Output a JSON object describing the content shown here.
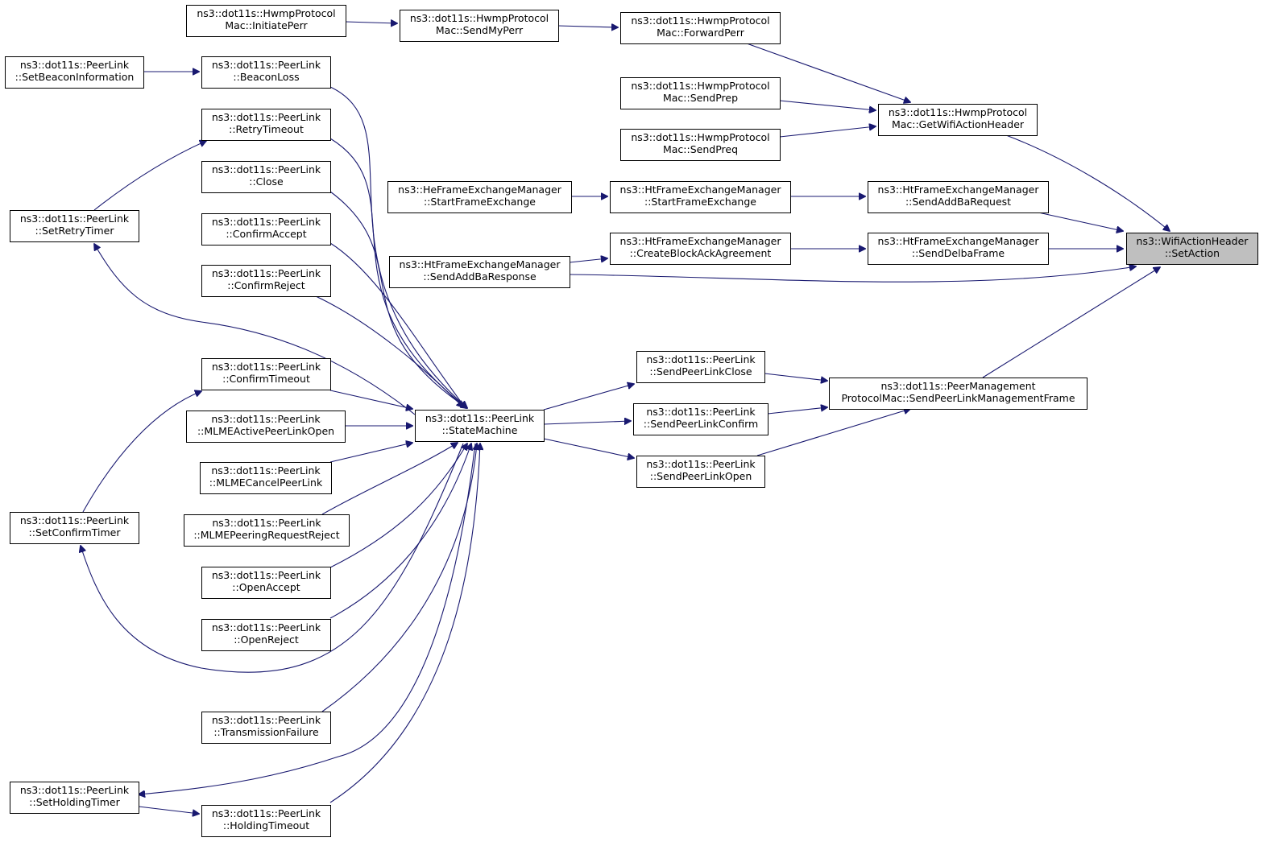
{
  "diagram": {
    "type": "call-graph",
    "colors": {
      "edge": "#191970",
      "node_border": "#000000",
      "node_fill": "#ffffff",
      "highlight_fill": "#bfbfbf"
    },
    "nodes": [
      {
        "id": "setaction",
        "lines": [
          "ns3::WifiActionHeader",
          "::SetAction"
        ],
        "highlight": true
      },
      {
        "id": "getwifiaction",
        "lines": [
          "ns3::dot11s::HwmpProtocol",
          "Mac::GetWifiActionHeader"
        ]
      },
      {
        "id": "forwardperr",
        "lines": [
          "ns3::dot11s::HwmpProtocol",
          "Mac::ForwardPerr"
        ]
      },
      {
        "id": "sendmyperr",
        "lines": [
          "ns3::dot11s::HwmpProtocol",
          "Mac::SendMyPerr"
        ]
      },
      {
        "id": "initiateperr",
        "lines": [
          "ns3::dot11s::HwmpProtocol",
          "Mac::InitiatePerr"
        ]
      },
      {
        "id": "sendprep",
        "lines": [
          "ns3::dot11s::HwmpProtocol",
          "Mac::SendPrep"
        ]
      },
      {
        "id": "sendpreq",
        "lines": [
          "ns3::dot11s::HwmpProtocol",
          "Mac::SendPreq"
        ]
      },
      {
        "id": "sendaddbareq",
        "lines": [
          "ns3::HtFrameExchangeManager",
          "::SendAddBaRequest"
        ]
      },
      {
        "id": "htstart",
        "lines": [
          "ns3::HtFrameExchangeManager",
          "::StartFrameExchange"
        ]
      },
      {
        "id": "hestart",
        "lines": [
          "ns3::HeFrameExchangeManager",
          "::StartFrameExchange"
        ]
      },
      {
        "id": "senddelba",
        "lines": [
          "ns3::HtFrameExchangeManager",
          "::SendDelbaFrame"
        ]
      },
      {
        "id": "createblockack",
        "lines": [
          "ns3::HtFrameExchangeManager",
          "::CreateBlockAckAgreement"
        ]
      },
      {
        "id": "sendaddbaresp",
        "lines": [
          "ns3::HtFrameExchangeManager",
          "::SendAddBaResponse"
        ]
      },
      {
        "id": "sendplmf",
        "lines": [
          "ns3::dot11s::PeerManagement",
          "ProtocolMac::SendPeerLinkManagementFrame"
        ]
      },
      {
        "id": "sendplclose",
        "lines": [
          "ns3::dot11s::PeerLink",
          "::SendPeerLinkClose"
        ]
      },
      {
        "id": "sendplconfirm",
        "lines": [
          "ns3::dot11s::PeerLink",
          "::SendPeerLinkConfirm"
        ]
      },
      {
        "id": "sendplopen",
        "lines": [
          "ns3::dot11s::PeerLink",
          "::SendPeerLinkOpen"
        ]
      },
      {
        "id": "statemachine",
        "lines": [
          "ns3::dot11s::PeerLink",
          "::StateMachine"
        ]
      },
      {
        "id": "beaconloss",
        "lines": [
          "ns3::dot11s::PeerLink",
          "::BeaconLoss"
        ]
      },
      {
        "id": "setbeaconinfo",
        "lines": [
          "ns3::dot11s::PeerLink",
          "::SetBeaconInformation"
        ]
      },
      {
        "id": "retrytimeout",
        "lines": [
          "ns3::dot11s::PeerLink",
          "::RetryTimeout"
        ]
      },
      {
        "id": "close",
        "lines": [
          "ns3::dot11s::PeerLink",
          "::Close"
        ]
      },
      {
        "id": "confirmaccept",
        "lines": [
          "ns3::dot11s::PeerLink",
          "::ConfirmAccept"
        ]
      },
      {
        "id": "confirmreject",
        "lines": [
          "ns3::dot11s::PeerLink",
          "::ConfirmReject"
        ]
      },
      {
        "id": "confirmtimeout",
        "lines": [
          "ns3::dot11s::PeerLink",
          "::ConfirmTimeout"
        ]
      },
      {
        "id": "mlmeactive",
        "lines": [
          "ns3::dot11s::PeerLink",
          "::MLMEActivePeerLinkOpen"
        ]
      },
      {
        "id": "mlmecancel",
        "lines": [
          "ns3::dot11s::PeerLink",
          "::MLMECancelPeerLink"
        ]
      },
      {
        "id": "mlmepeering",
        "lines": [
          "ns3::dot11s::PeerLink",
          "::MLMEPeeringRequestReject"
        ]
      },
      {
        "id": "openaccept",
        "lines": [
          "ns3::dot11s::PeerLink",
          "::OpenAccept"
        ]
      },
      {
        "id": "openreject",
        "lines": [
          "ns3::dot11s::PeerLink",
          "::OpenReject"
        ]
      },
      {
        "id": "transfail",
        "lines": [
          "ns3::dot11s::PeerLink",
          "::TransmissionFailure"
        ]
      },
      {
        "id": "holdingtimeout",
        "lines": [
          "ns3::dot11s::PeerLink",
          "::HoldingTimeout"
        ]
      },
      {
        "id": "setretrytimer",
        "lines": [
          "ns3::dot11s::PeerLink",
          "::SetRetryTimer"
        ]
      },
      {
        "id": "setconfirmtimer",
        "lines": [
          "ns3::dot11s::PeerLink",
          "::SetConfirmTimer"
        ]
      },
      {
        "id": "setholdingtimer",
        "lines": [
          "ns3::dot11s::PeerLink",
          "::SetHoldingTimer"
        ]
      }
    ],
    "edges": [
      {
        "from": "getwifiaction",
        "to": "setaction"
      },
      {
        "from": "sendaddbareq",
        "to": "setaction"
      },
      {
        "from": "senddelba",
        "to": "setaction"
      },
      {
        "from": "sendaddbaresp",
        "to": "setaction"
      },
      {
        "from": "sendplmf",
        "to": "setaction"
      },
      {
        "from": "forwardperr",
        "to": "getwifiaction"
      },
      {
        "from": "sendprep",
        "to": "getwifiaction"
      },
      {
        "from": "sendpreq",
        "to": "getwifiaction"
      },
      {
        "from": "sendmyperr",
        "to": "forwardperr"
      },
      {
        "from": "initiateperr",
        "to": "sendmyperr"
      },
      {
        "from": "htstart",
        "to": "sendaddbareq"
      },
      {
        "from": "hestart",
        "to": "htstart"
      },
      {
        "from": "createblockack",
        "to": "senddelba"
      },
      {
        "from": "sendaddbaresp",
        "to": "createblockack"
      },
      {
        "from": "sendplclose",
        "to": "sendplmf"
      },
      {
        "from": "sendplconfirm",
        "to": "sendplmf"
      },
      {
        "from": "sendplopen",
        "to": "sendplmf"
      },
      {
        "from": "statemachine",
        "to": "sendplclose"
      },
      {
        "from": "statemachine",
        "to": "sendplconfirm"
      },
      {
        "from": "statemachine",
        "to": "sendplopen"
      },
      {
        "from": "beaconloss",
        "to": "statemachine"
      },
      {
        "from": "retrytimeout",
        "to": "statemachine"
      },
      {
        "from": "close",
        "to": "statemachine"
      },
      {
        "from": "confirmaccept",
        "to": "statemachine"
      },
      {
        "from": "confirmreject",
        "to": "statemachine"
      },
      {
        "from": "confirmtimeout",
        "to": "statemachine"
      },
      {
        "from": "mlmeactive",
        "to": "statemachine"
      },
      {
        "from": "mlmecancel",
        "to": "statemachine"
      },
      {
        "from": "mlmepeering",
        "to": "statemachine"
      },
      {
        "from": "openaccept",
        "to": "statemachine"
      },
      {
        "from": "openreject",
        "to": "statemachine"
      },
      {
        "from": "transfail",
        "to": "statemachine"
      },
      {
        "from": "holdingtimeout",
        "to": "statemachine"
      },
      {
        "from": "setbeaconinfo",
        "to": "beaconloss"
      },
      {
        "from": "setretrytimer",
        "to": "retrytimeout"
      },
      {
        "from": "statemachine",
        "to": "setretrytimer"
      },
      {
        "from": "setconfirmtimer",
        "to": "confirmtimeout"
      },
      {
        "from": "statemachine",
        "to": "setconfirmtimer"
      },
      {
        "from": "setholdingtimer",
        "to": "holdingtimeout"
      },
      {
        "from": "statemachine",
        "to": "setholdingtimer"
      }
    ]
  }
}
